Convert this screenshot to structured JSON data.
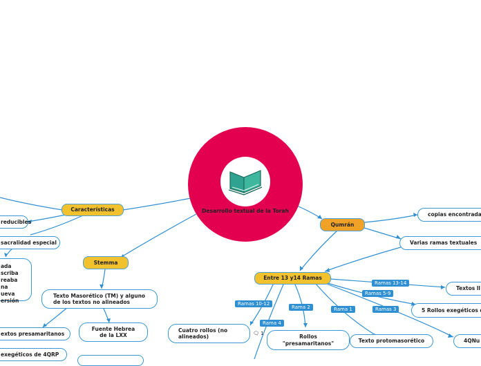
{
  "central": {
    "title": "Desarrollo textual de la Torah",
    "icon": "open-book-icon"
  },
  "colors": {
    "center": "#e3004f",
    "primary_topic": "#f2c12e",
    "qumran_topic": "#f0a227",
    "line": "#2f8fd3"
  },
  "topics": {
    "caracteristicas": "Características",
    "stemma": "Stemma",
    "qumran": "Qumrán",
    "ramas": "Entre 13 y14 Ramas"
  },
  "caracteristicas_children": {
    "irreducibles": "reducibles",
    "sacralidad": "sacralidad especial",
    "fixed_lines": [
      "ada",
      "scriba",
      "reaba",
      "na",
      "ueva",
      "ersión"
    ]
  },
  "stemma_children": {
    "tm": "Texto Masorético (TM) y alguno\nde los textos no alineados",
    "presamaritanos": "extos presamaritanos",
    "lxx": "Fuente Hebrea\nde la LXX",
    "exegeticos": "exegéticos de 4QRP"
  },
  "qumran_children": {
    "copias": "copias encontradas",
    "varias": "Varias ramas textuales"
  },
  "ramas_children": {
    "textos": "Textos ll",
    "rollos_5": "5 Rollos exegéticos de",
    "cuatro": "Cuatro rollos (no\nalineados)",
    "presam": "Rollos\n\"presamaritanos\"",
    "protomas": "Texto protomasorético",
    "qnu": "4QNu"
  },
  "relationships": [
    "Ramas 13-14",
    "Ramas 5-9",
    "Ramas 10-12",
    "Rama 2",
    "Rama 1",
    "Ramas 3",
    "Rama 4"
  ],
  "comment_count": "1"
}
